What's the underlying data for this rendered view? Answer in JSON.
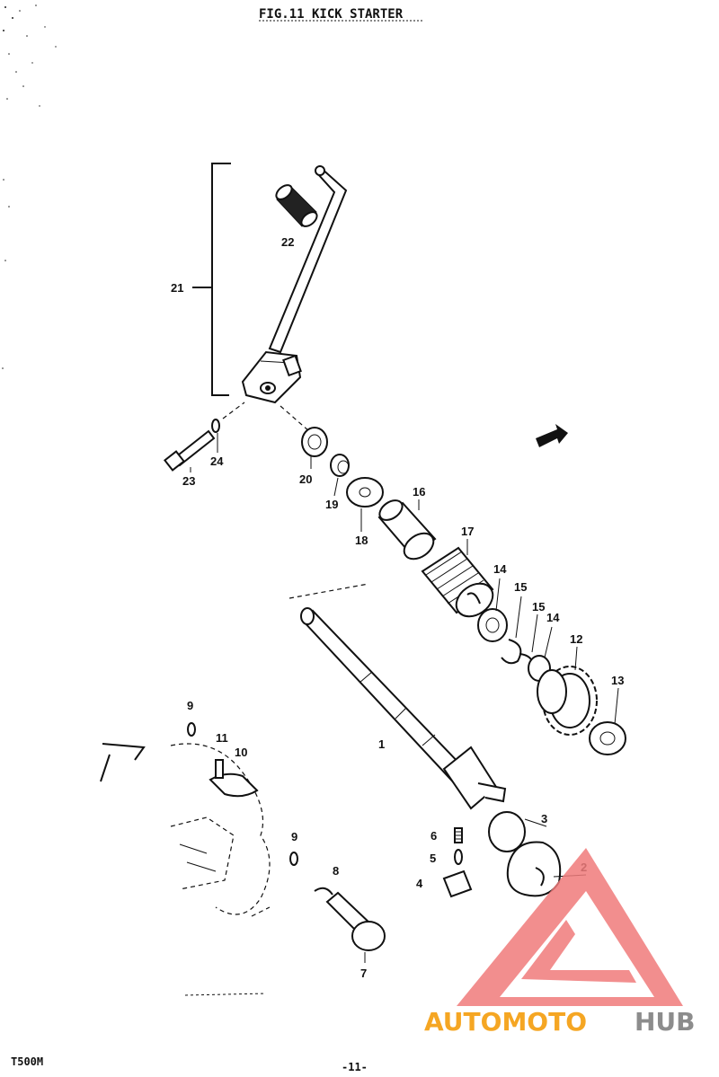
{
  "title": "FIG.11  KICK STARTER",
  "footer": {
    "model": "T500M",
    "page": "-11-"
  },
  "watermark": {
    "brand_a": "AUTOMOTO",
    "brand_b": "HUB",
    "color_a": "#f5a623",
    "color_b": "#8c8c8c",
    "logo_color": "#f07b7b"
  },
  "callouts": [
    "1",
    "2",
    "3",
    "4",
    "5",
    "6",
    "7",
    "8",
    "9",
    "9",
    "10",
    "11",
    "12",
    "13",
    "14",
    "14",
    "15",
    "15",
    "16",
    "17",
    "18",
    "19",
    "20",
    "21",
    "22",
    "23",
    "24"
  ],
  "colors": {
    "ink": "#111111",
    "paper": "#ffffff"
  }
}
